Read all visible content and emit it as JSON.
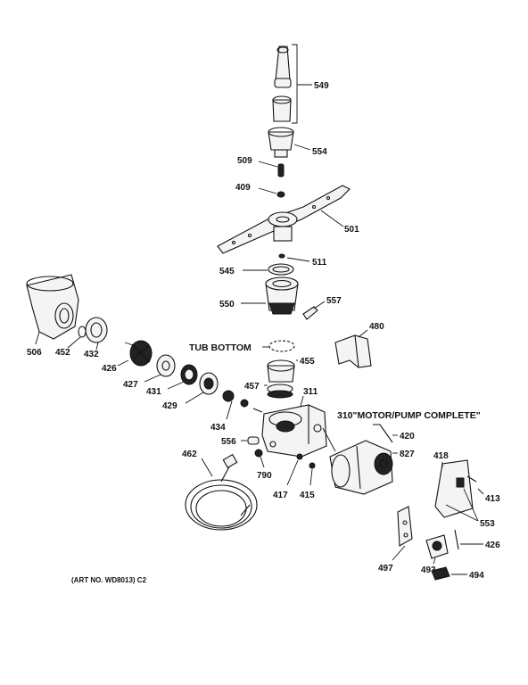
{
  "callouts": {
    "p549": "549",
    "p554": "554",
    "p509": "509",
    "p409": "409",
    "p501": "501",
    "p511": "511",
    "p545": "545",
    "p557": "557",
    "p550": "550",
    "p480": "480",
    "p506": "506",
    "p452": "452",
    "p432": "432",
    "p426a": "426",
    "p427": "427",
    "p431": "431",
    "p429": "429",
    "p455": "455",
    "p457": "457",
    "p311": "311",
    "p434": "434",
    "p420": "420",
    "p827": "827",
    "p556": "556",
    "p790": "790",
    "p417": "417",
    "p415": "415",
    "p462": "462",
    "p418": "418",
    "p413": "413",
    "p553": "553",
    "p426b": "426",
    "p497": "497",
    "p493": "493",
    "p494": "494"
  },
  "labels": {
    "tub_bottom": "TUB BOTTOM",
    "motor_pump": "310\"MOTOR/PUMP COMPLETE\""
  },
  "footer": {
    "art_no": "(ART NO. WD8013) C2"
  }
}
